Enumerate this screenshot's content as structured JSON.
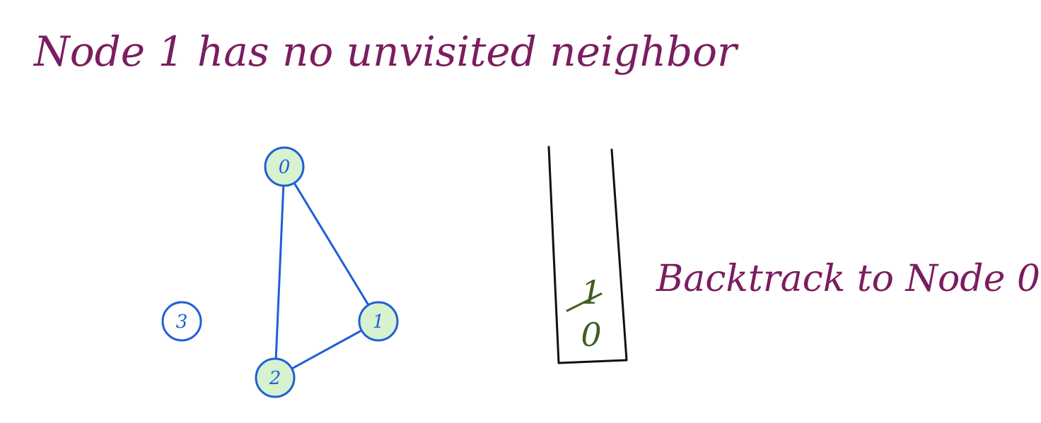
{
  "title": "Node 1 has no unvisited neighbor",
  "note": "Backtrack to Node 0",
  "colors": {
    "text": "#7b1d5f",
    "edge": "#1f5fd6",
    "node_fill": "#d6f2cf",
    "node_stroke": "#1f5fd6",
    "node_label": "#1f5fd6",
    "stack_wall": "#111111",
    "stack_item": "#3f5f22"
  },
  "graph": {
    "nodes": [
      {
        "id": "0",
        "label": "0",
        "visited": true
      },
      {
        "id": "1",
        "label": "1",
        "visited": true
      },
      {
        "id": "2",
        "label": "2",
        "visited": true
      },
      {
        "id": "3",
        "label": "3",
        "visited": false
      }
    ],
    "edges": [
      {
        "from": "0",
        "to": "1"
      },
      {
        "from": "0",
        "to": "2"
      },
      {
        "from": "1",
        "to": "2"
      }
    ]
  },
  "stack": {
    "items": [
      {
        "label": "0",
        "popped": false
      },
      {
        "label": "1",
        "popped": true
      }
    ]
  }
}
